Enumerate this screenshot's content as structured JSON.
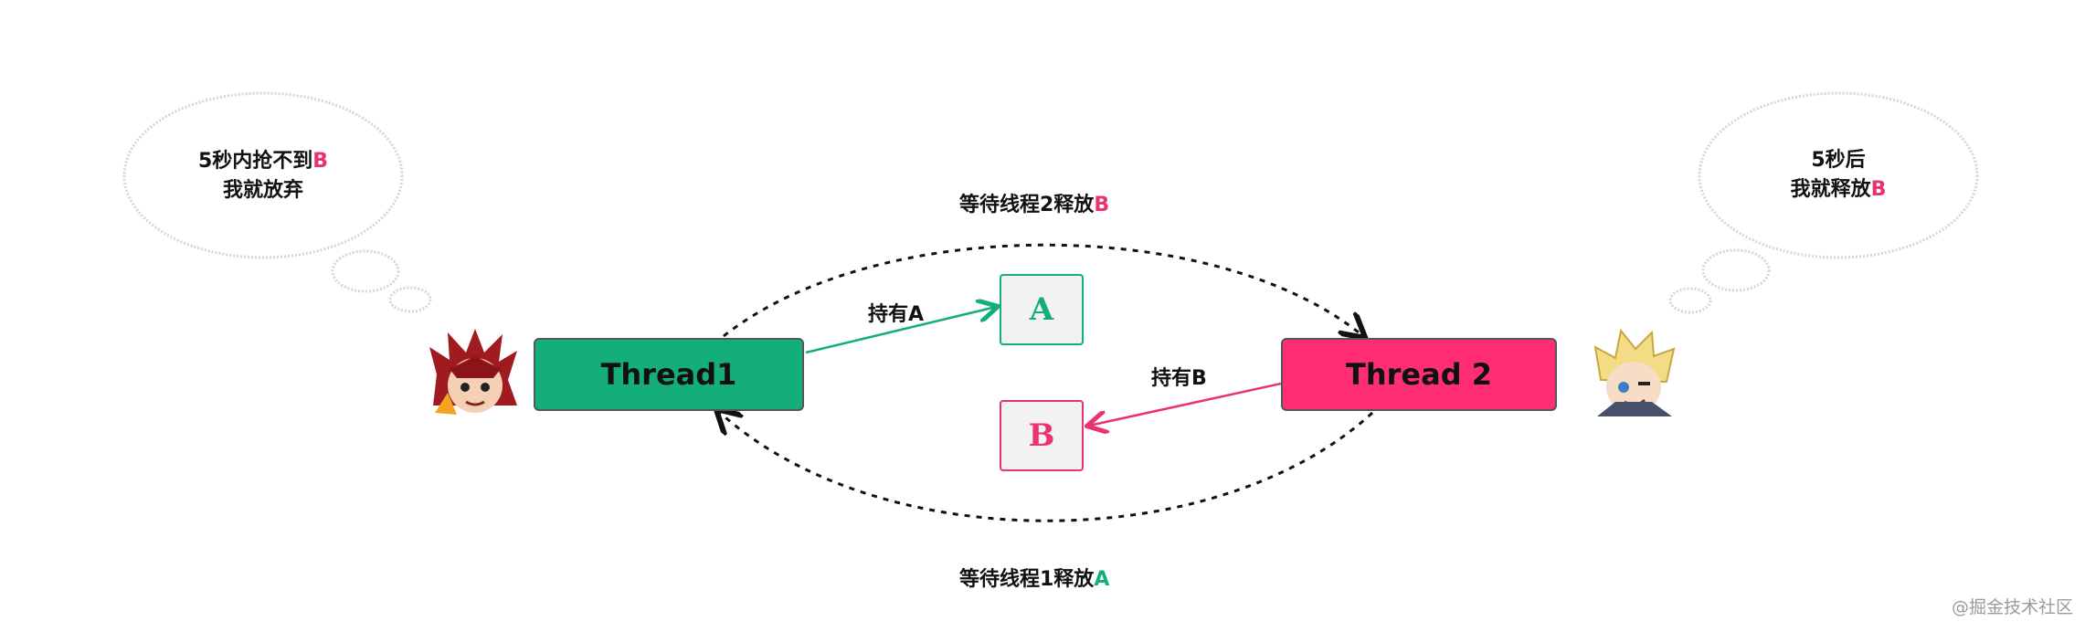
{
  "diagram": {
    "thread1": {
      "label": "Thread1",
      "color": "#14ae78"
    },
    "thread2": {
      "label": "Thread 2",
      "color": "#ff2e72"
    },
    "resource_a": {
      "label": "A",
      "color": "#14ae78"
    },
    "resource_b": {
      "label": "B",
      "color": "#e8336e"
    },
    "edge_holds_a": "持有A",
    "edge_holds_b": "持有B",
    "top_arc": {
      "text": "等待线程2释放",
      "highlight": "B"
    },
    "bottom_arc": {
      "text": "等待线程1释放",
      "highlight": "A"
    },
    "left_thought": {
      "line1": "5秒内抢不到",
      "line1_highlight": "B",
      "line2": "我就放弃"
    },
    "right_thought": {
      "line1": "5秒后",
      "line2": "我就释放",
      "line2_highlight": "B"
    },
    "avatar_left_icon": "red-hair-character-icon",
    "avatar_right_icon": "blonde-character-icon"
  },
  "watermark": "@掘金技术社区"
}
